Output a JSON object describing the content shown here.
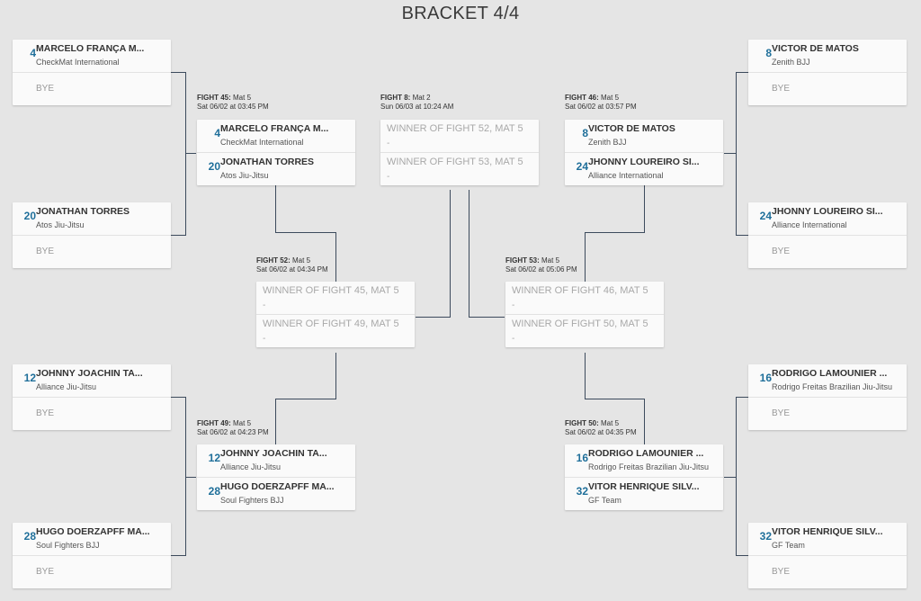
{
  "title": "BRACKET 4/4",
  "bye_label": "BYE",
  "dash": "-",
  "fights": {
    "f45": {
      "label": "FIGHT 45:",
      "mat": "Mat 5",
      "time": "Sat 06/02 at 03:45 PM",
      "c1": {
        "seed": "4",
        "name": "MARCELO FRANÇA M...",
        "team": "CheckMat International"
      },
      "c2": {
        "seed": "20",
        "name": "JONATHAN TORRES",
        "team": "Atos Jiu-Jitsu"
      }
    },
    "f8": {
      "label": "FIGHT 8:",
      "mat": "Mat 2",
      "time": "Sun 06/03 at 10:24 AM",
      "p1": "WINNER OF FIGHT 52, MAT 5",
      "p2": "WINNER OF FIGHT 53, MAT 5"
    },
    "f46": {
      "label": "FIGHT 46:",
      "mat": "Mat 5",
      "time": "Sat 06/02 at 03:57 PM",
      "c1": {
        "seed": "8",
        "name": "VICTOR DE MATOS",
        "team": "Zenith BJJ"
      },
      "c2": {
        "seed": "24",
        "name": "JHONNY LOUREIRO SI...",
        "team": "Alliance International"
      }
    },
    "f52": {
      "label": "FIGHT 52:",
      "mat": "Mat 5",
      "time": "Sat 06/02 at 04:34 PM",
      "p1": "WINNER OF FIGHT 45, MAT 5",
      "p2": "WINNER OF FIGHT 49, MAT 5"
    },
    "f53": {
      "label": "FIGHT 53:",
      "mat": "Mat 5",
      "time": "Sat 06/02 at 05:06 PM",
      "p1": "WINNER OF FIGHT 46, MAT 5",
      "p2": "WINNER OF FIGHT 50, MAT 5"
    },
    "f49": {
      "label": "FIGHT 49:",
      "mat": "Mat 5",
      "time": "Sat 06/02 at 04:23 PM",
      "c1": {
        "seed": "12",
        "name": "JOHNNY JOACHIN TA...",
        "team": "Alliance Jiu-Jitsu"
      },
      "c2": {
        "seed": "28",
        "name": "HUGO DOERZAPFF MA...",
        "team": "Soul Fighters BJJ"
      }
    },
    "f50": {
      "label": "FIGHT 50:",
      "mat": "Mat 5",
      "time": "Sat 06/02 at 04:35 PM",
      "c1": {
        "seed": "16",
        "name": "RODRIGO LAMOUNIER ...",
        "team": "Rodrigo Freitas Brazilian Jiu-Jitsu"
      },
      "c2": {
        "seed": "32",
        "name": "VITOR HENRIQUE SILV...",
        "team": "GF Team"
      }
    }
  },
  "first_round": {
    "l1": {
      "seed": "4",
      "name": "MARCELO FRANÇA M...",
      "team": "CheckMat International"
    },
    "l2": {
      "seed": "20",
      "name": "JONATHAN TORRES",
      "team": "Atos Jiu-Jitsu"
    },
    "l3": {
      "seed": "12",
      "name": "JOHNNY JOACHIN TA...",
      "team": "Alliance Jiu-Jitsu"
    },
    "l4": {
      "seed": "28",
      "name": "HUGO DOERZAPFF MA...",
      "team": "Soul Fighters BJJ"
    },
    "r1": {
      "seed": "8",
      "name": "VICTOR DE MATOS",
      "team": "Zenith BJJ"
    },
    "r2": {
      "seed": "24",
      "name": "JHONNY LOUREIRO SI...",
      "team": "Alliance International"
    },
    "r3": {
      "seed": "16",
      "name": "RODRIGO LAMOUNIER ...",
      "team": "Rodrigo Freitas Brazilian Jiu-Jitsu"
    },
    "r4": {
      "seed": "32",
      "name": "VITOR HENRIQUE SILV...",
      "team": "GF Team"
    }
  }
}
